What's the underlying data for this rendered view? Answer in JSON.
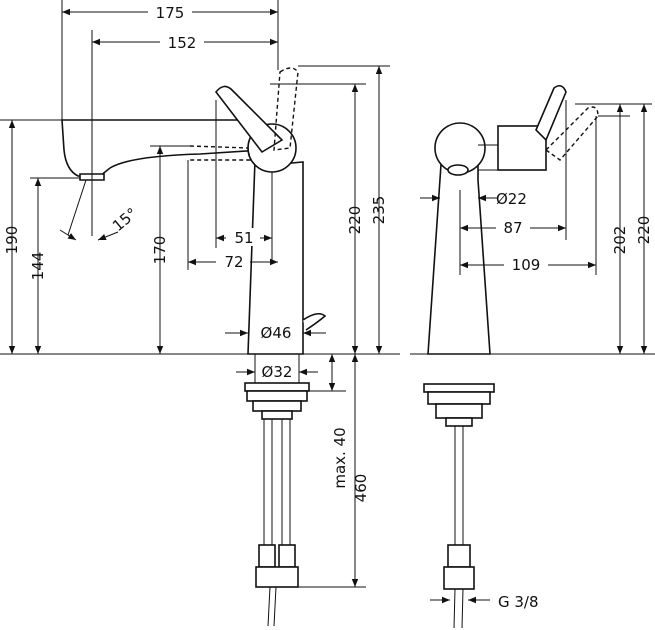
{
  "dimensions": {
    "d175": "175",
    "d152": "152",
    "d51": "51",
    "d72": "72",
    "d46": "Ø46",
    "d32": "Ø32",
    "angle": "15°",
    "h190": "190",
    "h144": "144",
    "h170": "170",
    "h220_left": "220",
    "h235": "235",
    "max40": "max. 40",
    "d460": "460",
    "d22": "Ø22",
    "d87": "87",
    "d109": "109",
    "h202": "202",
    "h220_right": "220",
    "thread": "G 3/8"
  }
}
